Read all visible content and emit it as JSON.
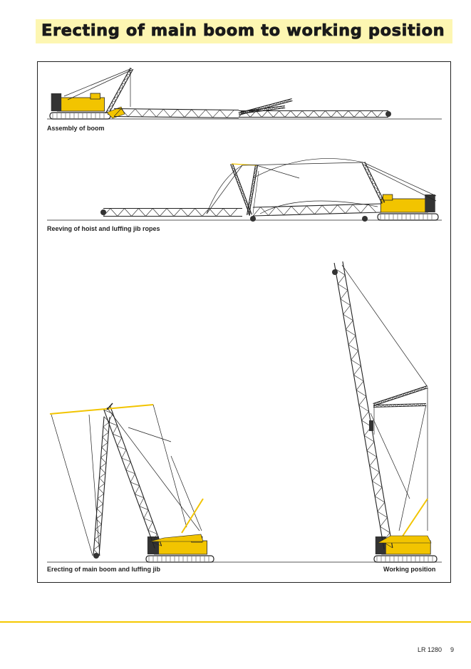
{
  "header": {
    "title": "Erecting of main boom to working position"
  },
  "captions": {
    "assembly": "Assembly of boom",
    "reeving": "Reeving of hoist and luffing jib ropes",
    "erecting": "Erecting of main boom and luffing jib",
    "working": "Working position"
  },
  "footer": {
    "model": "LR 1280",
    "page": "9"
  },
  "colors": {
    "accent": "#f5c800",
    "banner": "#fdf6b2",
    "crane_yellow": "#f2c400",
    "ink": "#222222"
  }
}
